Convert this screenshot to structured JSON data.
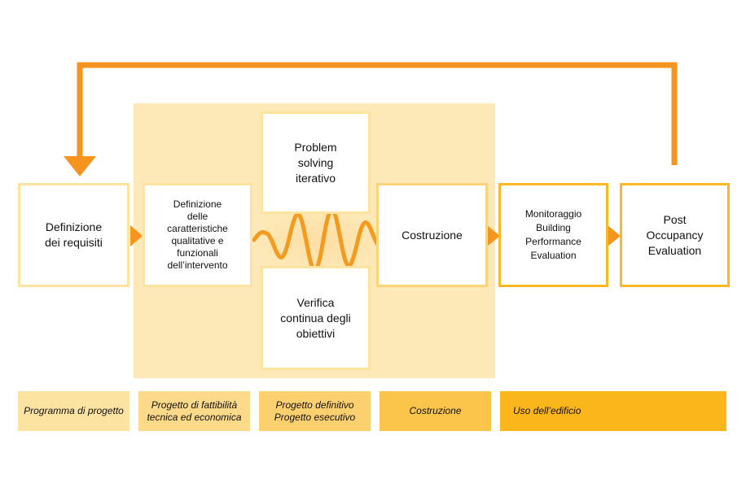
{
  "steps": {
    "requisiti": "Definizione\ndei requisiti",
    "caratteristiche": "Definizione\ndelle\ncaratteristiche\nqualitative e\nfunzionali\ndell’intervento",
    "problem_solving": "Problem\nsolving\niterativo",
    "verifica": "Verifica\ncontinua degli\nobiettivi",
    "costruzione": "Costruzione",
    "monitoraggio": "Monitoraggio\nBuilding\nPerformance\nEvaluation",
    "post_occupancy": "Post\nOccupancy\nEvaluation"
  },
  "phases": {
    "programma": "Programma di progetto",
    "fattibilita": "Progetto di fattibilità\ntecnica ed economica",
    "definitivo": "Progetto definitivo\nProgetto esecutivo",
    "costruzione": "Costruzione",
    "uso": "Uso dell’edificio"
  },
  "colors": {
    "arrow": "#f7941d",
    "zone": "#fde9b8",
    "border_light": "#fde3a0",
    "border_mid": "#fcd27a",
    "border_dark": "#fbb824",
    "phase_1": "#fde3a2",
    "phase_2": "#fdd98a",
    "phase_3": "#fcd06f",
    "phase_4": "#fbc44a",
    "phase_5": "#fbb61b"
  }
}
